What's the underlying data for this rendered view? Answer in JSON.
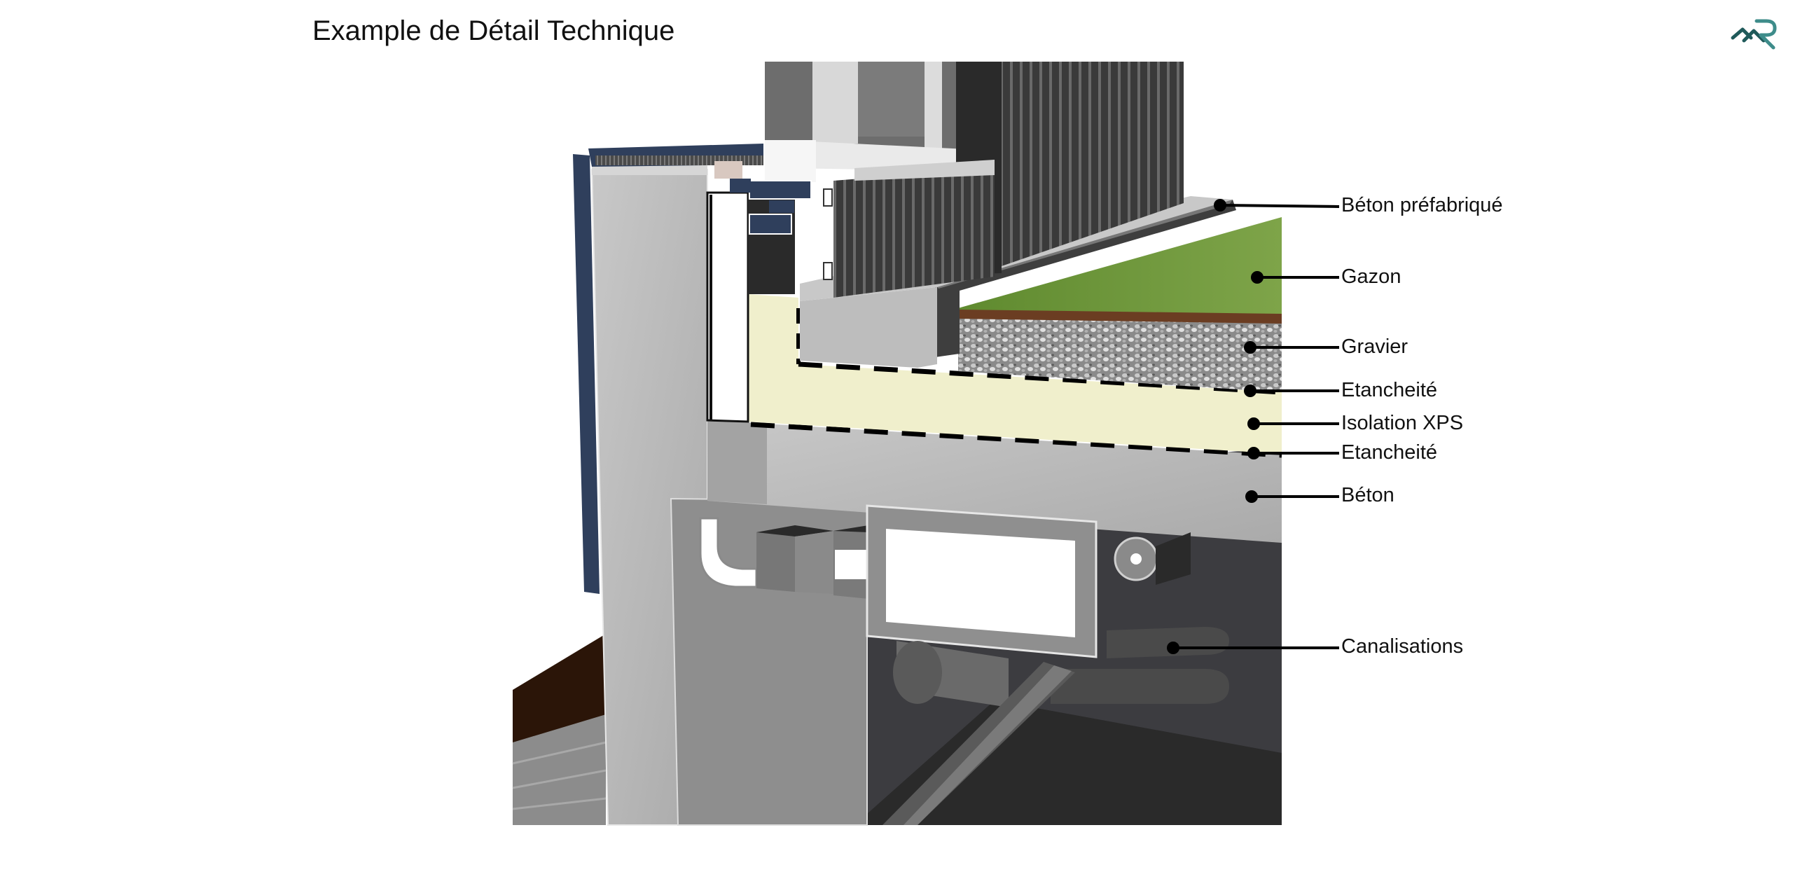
{
  "header": {
    "title": "Example de Détail Technique"
  },
  "logo": {
    "icon": "brand-mountain-r-logo",
    "color": "#1f5a5a"
  },
  "diagram": {
    "callouts": [
      {
        "id": "beton-prefabrique",
        "label": "Béton préfabriqué"
      },
      {
        "id": "gazon",
        "label": "Gazon"
      },
      {
        "id": "gravier",
        "label": "Gravier"
      },
      {
        "id": "etancheite-top",
        "label": "Etancheité"
      },
      {
        "id": "isolation-xps",
        "label": "Isolation XPS"
      },
      {
        "id": "etancheite-bottom",
        "label": "Etancheité"
      },
      {
        "id": "beton",
        "label": "Béton"
      },
      {
        "id": "canalisations",
        "label": "Canalisations"
      }
    ],
    "colors": {
      "concrete": "#b9b9b9",
      "concrete_dark": "#8e8e8e",
      "insulation": "#f0efcc",
      "grass": "#6f9a3a",
      "gravel": "#9a9a9a",
      "cladding": "#2f3f5c",
      "interior_dark": "#3c3c40"
    }
  }
}
